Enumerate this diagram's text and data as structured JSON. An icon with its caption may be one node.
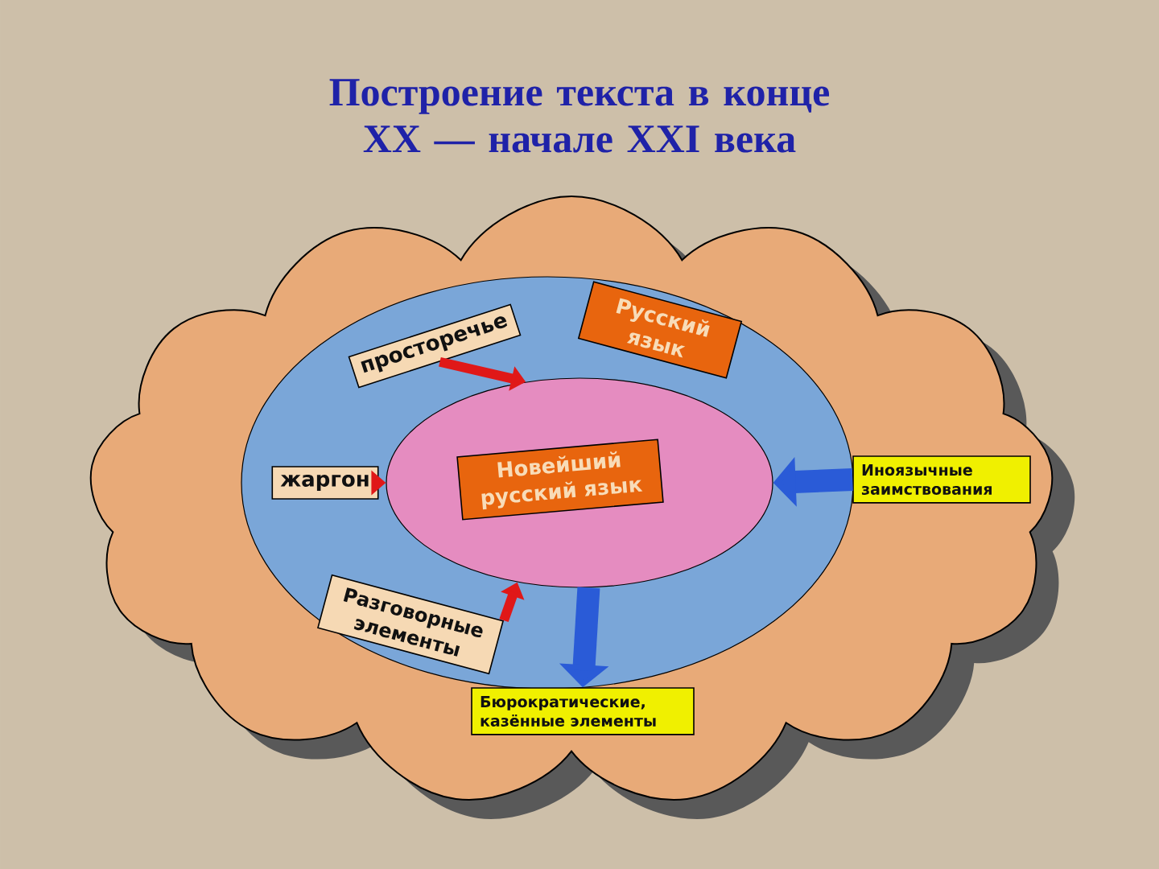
{
  "diagram": {
    "title": "Построение текста в конце XX — начале XXI века",
    "nodes": [
      {
        "text": [],
        "shape": "cloud"
      },
      {
        "text": [],
        "shape": "ellipse",
        "in": 0
      },
      {
        "text": [
          "Русский язык"
        ],
        "in": 1
      },
      {
        "text": [],
        "shape": "ellipse",
        "in": 1
      },
      {
        "text": [
          "Новейший русский язык"
        ],
        "in": 3
      },
      {
        "text": [
          "просторечье"
        ],
        "in": 1
      },
      {
        "text": [
          "жаргон"
        ],
        "in": 1
      },
      {
        "text": [
          "Разговорные элементы"
        ],
        "in": 1
      },
      {
        "text": [
          "Иноязычные заимствования"
        ],
        "in": 0
      },
      {
        "text": [
          "Бюрократические, казённые элементы"
        ],
        "in": 0
      }
    ],
    "edges": [
      {
        "from": 5,
        "to": 3,
        "arrow": "to"
      },
      {
        "from": 6,
        "to": 3,
        "arrow": "to"
      },
      {
        "from": 7,
        "to": 3,
        "arrow": "to"
      },
      {
        "from": 8,
        "to": 3,
        "arrow": "to",
        "style": "thick",
        "color": "#2a5bd7"
      },
      {
        "from": 3,
        "to": 9,
        "arrow": "to",
        "style": "thick",
        "color": "#2a5bd7"
      }
    ]
  }
}
